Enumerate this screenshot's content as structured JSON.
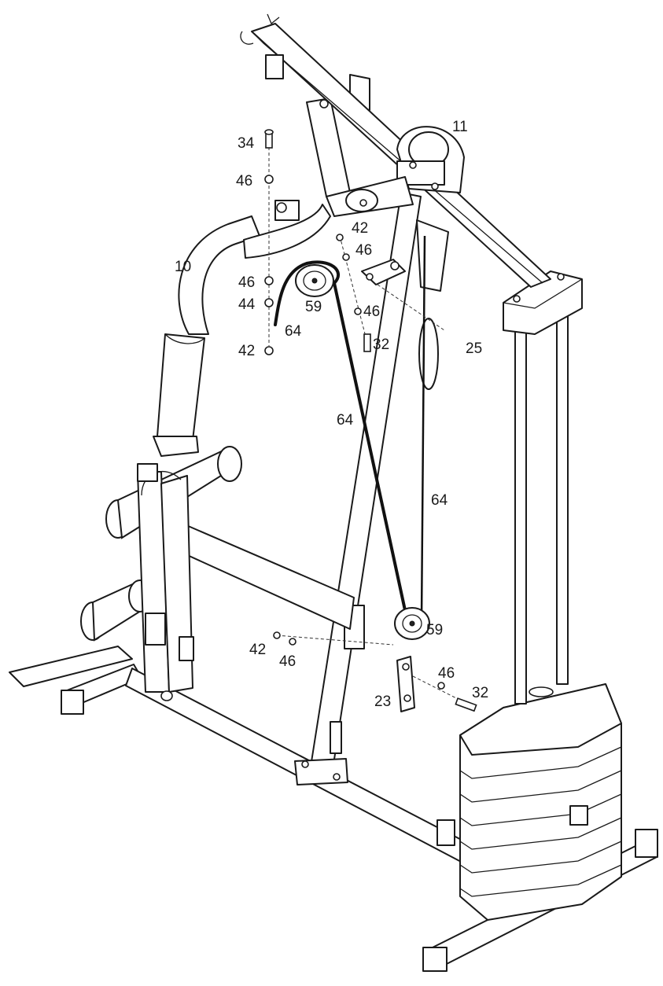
{
  "diagram": {
    "colors": {
      "line": "#1a1a1a",
      "background": "#ffffff"
    },
    "labels": {
      "p11": "11",
      "p34": "34",
      "p46a": "46",
      "p42a": "42",
      "p46b": "46",
      "p10": "10",
      "p46c": "46",
      "p44": "44",
      "p59a": "59",
      "p46d": "46",
      "p64a": "64",
      "p42b": "42",
      "p32a": "32",
      "p25": "25",
      "p64b": "64",
      "p64c": "64",
      "p59b": "59",
      "p42c": "42",
      "p46e": "46",
      "p46f": "46",
      "p32b": "32",
      "p23": "23"
    }
  }
}
